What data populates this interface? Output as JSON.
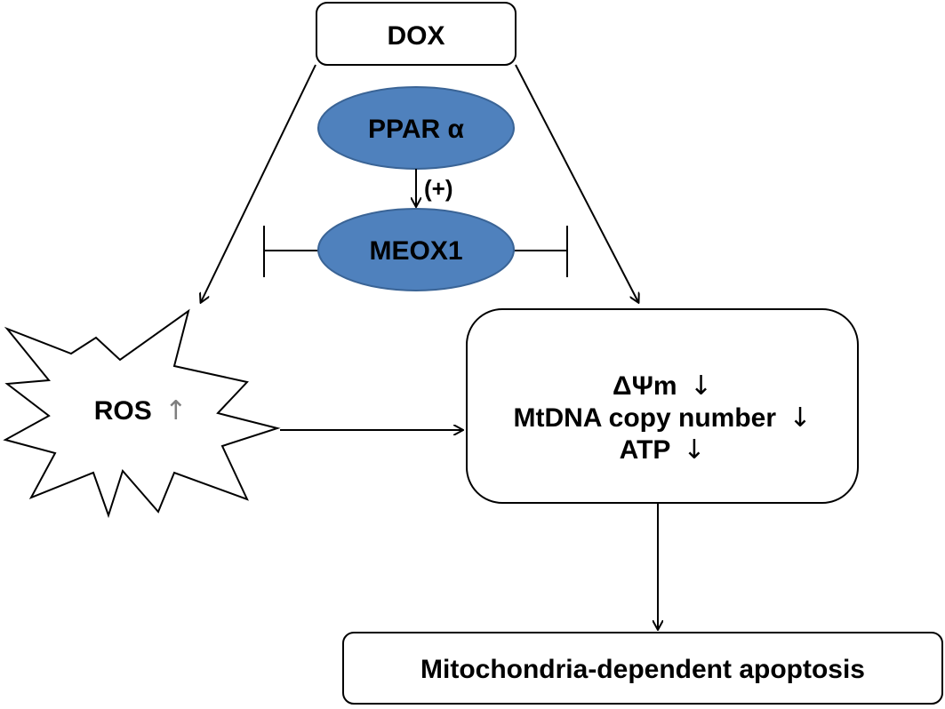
{
  "nodes": {
    "dox": {
      "label": "DOX"
    },
    "ppar": {
      "label": "PPAR α"
    },
    "meox1": {
      "label": "MEOX1"
    },
    "ros": {
      "label": "ROS",
      "arrow": "↑"
    },
    "mito_effects": {
      "lines": [
        {
          "label": "ΔΨm",
          "arrow": "↓"
        },
        {
          "label": "MtDNA copy number",
          "arrow": "↓"
        },
        {
          "label": "ATP",
          "arrow": "↓"
        }
      ]
    },
    "apoptosis": {
      "label": "Mitochondria-dependent apoptosis"
    }
  },
  "edges": {
    "ppar_to_meox1": {
      "label": "(+)"
    }
  },
  "colors": {
    "ellipse_fill": "#4f81bd",
    "ellipse_stroke": "#3a6496",
    "line": "#000000",
    "ros_arrow": "#7f7f7f"
  }
}
